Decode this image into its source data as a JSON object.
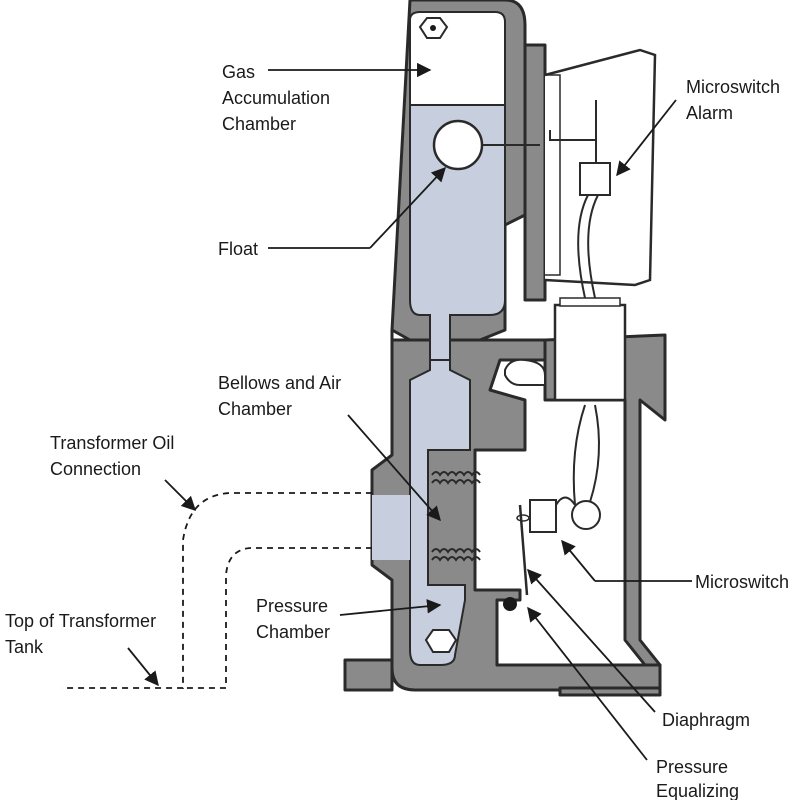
{
  "labels": {
    "gas_accumulation_chamber": [
      "Gas",
      "Accumulation",
      "Chamber"
    ],
    "float": [
      "Float"
    ],
    "microswitch_alarm": [
      "Microswitch",
      "Alarm"
    ],
    "bellows_and_air_chamber": [
      "Bellows and Air",
      "Chamber"
    ],
    "transformer_oil_connection": [
      "Transformer Oil",
      "Connection"
    ],
    "microswitch": [
      "Microswitch"
    ],
    "top_of_transformer_tank": [
      "Top of Transformer",
      "Tank"
    ],
    "pressure_chamber": [
      "Pressure",
      "Chamber"
    ],
    "diaphragm": [
      "Diaphragm"
    ],
    "pressure_equalizing": [
      "Pressure",
      "Equalizing"
    ]
  },
  "colors": {
    "housing": "#8a8a8a",
    "oil": "#c7cfdf",
    "outline": "#2a2a2a"
  }
}
